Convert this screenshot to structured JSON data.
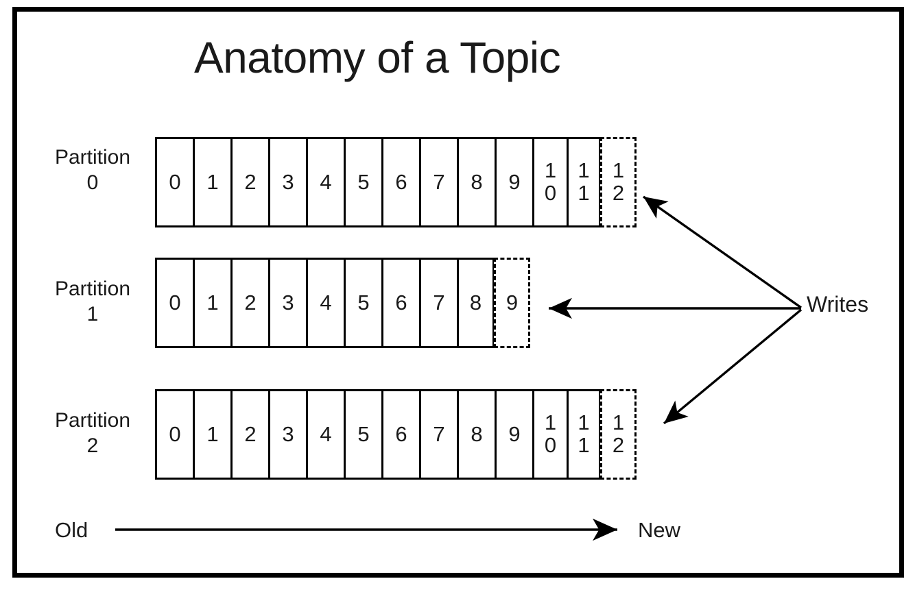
{
  "diagram": {
    "title": "Anatomy of a Topic",
    "partitions": [
      {
        "label_line1": "Partition",
        "label_line2": "0",
        "committed": [
          "0",
          "1",
          "2",
          "3",
          "4",
          "5",
          "6",
          "7",
          "8",
          "9",
          "10",
          "11"
        ],
        "pending": "12"
      },
      {
        "label_line1": "Partition",
        "label_line2": "1",
        "committed": [
          "0",
          "1",
          "2",
          "3",
          "4",
          "5",
          "6",
          "7",
          "8"
        ],
        "pending": "9"
      },
      {
        "label_line1": "Partition",
        "label_line2": "2",
        "committed": [
          "0",
          "1",
          "2",
          "3",
          "4",
          "5",
          "6",
          "7",
          "8",
          "9",
          "10",
          "11"
        ],
        "pending": "12"
      }
    ],
    "writes_label": "Writes",
    "axis": {
      "start_label": "Old",
      "end_label": "New"
    },
    "colors": {
      "stroke": "#000000",
      "text": "#1a1a1a",
      "background": "#ffffff"
    }
  }
}
